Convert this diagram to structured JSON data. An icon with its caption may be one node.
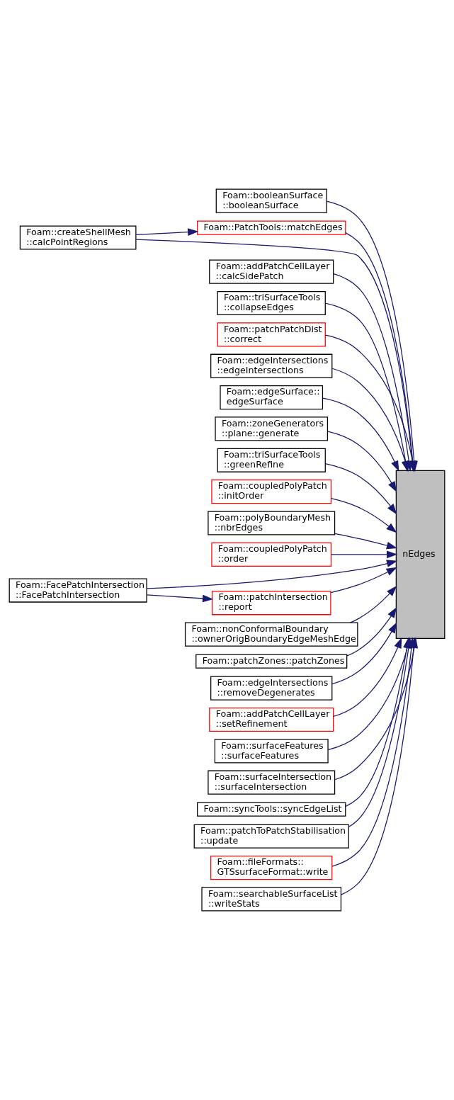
{
  "diagram": {
    "nodes": [
      {
        "text": [
          "Foam::booleanSurface ::booleanSurface"
        ]
      },
      {
        "text": [
          "Foam::PatchTools::matchEdges"
        ]
      },
      {
        "text": [
          "Foam::createShellMesh ::calcPointRegions"
        ]
      },
      {
        "text": [
          "Foam::addPatchCellLayer ::calcSidePatch"
        ]
      },
      {
        "text": [
          "Foam::triSurfaceTools ::collapseEdges"
        ]
      },
      {
        "text": [
          "Foam::patchPatchDist ::correct"
        ]
      },
      {
        "text": [
          "Foam::edgeIntersections ::edgeIntersections"
        ]
      },
      {
        "text": [
          "Foam::edgeSurface:: edgeSurface"
        ]
      },
      {
        "text": [
          "Foam::zoneGenerators ::plane::generate"
        ]
      },
      {
        "text": [
          "Foam::triSurfaceTools ::greenRefine"
        ]
      },
      {
        "text": [
          "Foam::coupledPolyPatch ::initOrder"
        ]
      },
      {
        "text": [
          "nEdges"
        ]
      },
      {
        "text": [
          "Foam::polyBoundaryMesh ::nbrEdges"
        ]
      },
      {
        "text": [
          "Foam::coupledPolyPatch ::order"
        ]
      },
      {
        "text": [
          "Foam::FacePatchIntersection ::FacePatchIntersection"
        ]
      },
      {
        "text": [
          "Foam::nonConformalBoundary ::ownerOrigBoundaryEdgeMeshEdge"
        ]
      },
      {
        "text": [
          "Foam::patchZones::patchZones"
        ]
      },
      {
        "text": [
          "Foam::edgeIntersections ::removeDegenerates"
        ]
      },
      {
        "text": [
          "Foam::patchIntersection ::report"
        ]
      },
      {
        "text": [
          "Foam::addPatchCellLayer ::setRefinement"
        ]
      },
      {
        "text": [
          "Foam::surfaceFeatures ::surfaceFeatures"
        ]
      },
      {
        "text": [
          "Foam::surfaceIntersection ::surfaceIntersection"
        ]
      },
      {
        "text": [
          "Foam::syncTools::syncEdgeList"
        ]
      },
      {
        "text": [
          "Foam::patchToPatchStabilisation ::update"
        ]
      },
      {
        "text": [
          "Foam::fileFormats:: GTSsurfaceFormat::write"
        ]
      },
      {
        "text": [
          "Foam::searchableSurfaceList ::writeStats"
        ]
      }
    ],
    "edges": [
      {
        "from": 0,
        "to": 11,
        "arrow": "to"
      },
      {
        "from": 1,
        "to": 11,
        "arrow": "to"
      },
      {
        "from": 2,
        "to": 1,
        "arrow": "to"
      },
      {
        "from": 2,
        "to": 11,
        "arrow": "to"
      },
      {
        "from": 3,
        "to": 11,
        "arrow": "to"
      },
      {
        "from": 4,
        "to": 11,
        "arrow": "to"
      },
      {
        "from": 5,
        "to": 11,
        "arrow": "to"
      },
      {
        "from": 6,
        "to": 11,
        "arrow": "to"
      },
      {
        "from": 7,
        "to": 11,
        "arrow": "to"
      },
      {
        "from": 8,
        "to": 11,
        "arrow": "to"
      },
      {
        "from": 9,
        "to": 11,
        "arrow": "to"
      },
      {
        "from": 10,
        "to": 11,
        "arrow": "to"
      },
      {
        "from": 12,
        "to": 11,
        "arrow": "to"
      },
      {
        "from": 13,
        "to": 11,
        "arrow": "to"
      },
      {
        "from": 14,
        "to": 11,
        "arrow": "to"
      },
      {
        "from": 14,
        "to": 18,
        "arrow": "to"
      },
      {
        "from": 15,
        "to": 11,
        "arrow": "to"
      },
      {
        "from": 16,
        "to": 11,
        "arrow": "to"
      },
      {
        "from": 17,
        "to": 11,
        "arrow": "to"
      },
      {
        "from": 18,
        "to": 11,
        "arrow": "to"
      },
      {
        "from": 19,
        "to": 11,
        "arrow": "to"
      },
      {
        "from": 20,
        "to": 11,
        "arrow": "to"
      },
      {
        "from": 21,
        "to": 11,
        "arrow": "to"
      },
      {
        "from": 22,
        "to": 11,
        "arrow": "to"
      },
      {
        "from": 23,
        "to": 11,
        "arrow": "to"
      },
      {
        "from": 24,
        "to": 11,
        "arrow": "to"
      },
      {
        "from": 25,
        "to": 11,
        "arrow": "to"
      }
    ]
  }
}
